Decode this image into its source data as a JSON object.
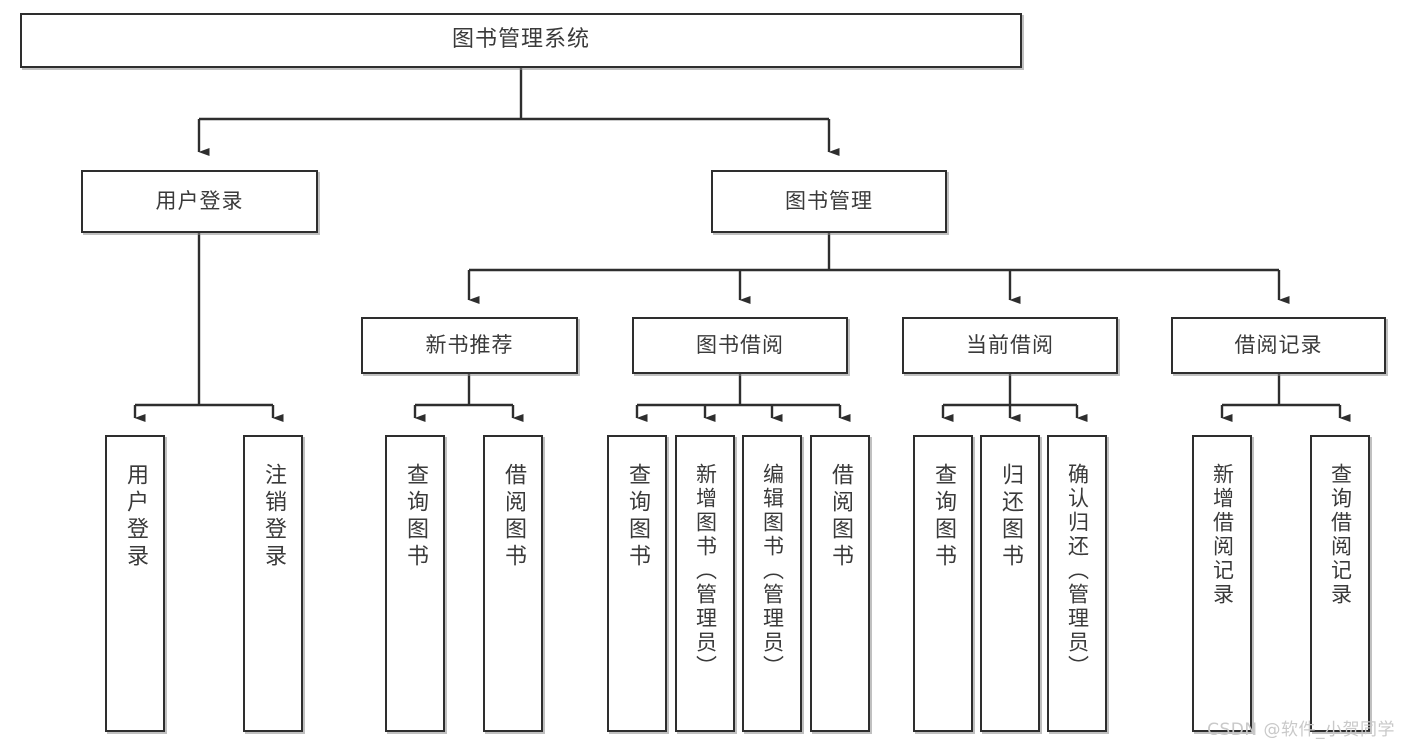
{
  "diagram": {
    "title": "图书管理系统",
    "type": "tree",
    "watermark": "CSDN @软件_小贺同学",
    "accent_color": "#2e2e2e",
    "background_color": "#ffffff",
    "text_color": "#3a3a3a",
    "nodes": {
      "root": "图书管理系统",
      "level2": [
        "用户登录",
        "图书管理"
      ],
      "level3": [
        "新书推荐",
        "图书借阅",
        "当前借阅",
        "借阅记录"
      ],
      "leaves": {
        "user_login": [
          "用户登录",
          "注销登录"
        ],
        "new_book": [
          "查询图书",
          "借阅图书"
        ],
        "borrow": [
          "查询图书",
          "新增图书（管理员）",
          "编辑图书（管理员）",
          "借阅图书"
        ],
        "current": [
          "查询图书",
          "归还图书",
          "确认归还（管理员）"
        ],
        "record": [
          "新增借阅记录",
          "查询借阅记录"
        ]
      }
    },
    "edges": [
      {
        "from": "图书管理系统",
        "to": "用户登录"
      },
      {
        "from": "图书管理系统",
        "to": "图书管理"
      },
      {
        "from": "图书管理",
        "to": "新书推荐"
      },
      {
        "from": "图书管理",
        "to": "图书借阅"
      },
      {
        "from": "图书管理",
        "to": "当前借阅"
      },
      {
        "from": "图书管理",
        "to": "借阅记录"
      },
      {
        "from": "用户登录",
        "to": "用户登录"
      },
      {
        "from": "用户登录",
        "to": "注销登录"
      },
      {
        "from": "新书推荐",
        "to": "查询图书"
      },
      {
        "from": "新书推荐",
        "to": "借阅图书"
      },
      {
        "from": "图书借阅",
        "to": "查询图书"
      },
      {
        "from": "图书借阅",
        "to": "新增图书（管理员）"
      },
      {
        "from": "图书借阅",
        "to": "编辑图书（管理员）"
      },
      {
        "from": "图书借阅",
        "to": "借阅图书"
      },
      {
        "from": "当前借阅",
        "to": "查询图书"
      },
      {
        "from": "当前借阅",
        "to": "归还图书"
      },
      {
        "from": "当前借阅",
        "to": "确认归还（管理员）"
      },
      {
        "from": "借阅记录",
        "to": "新增借阅记录"
      },
      {
        "from": "借阅记录",
        "to": "查询借阅记录"
      }
    ]
  }
}
